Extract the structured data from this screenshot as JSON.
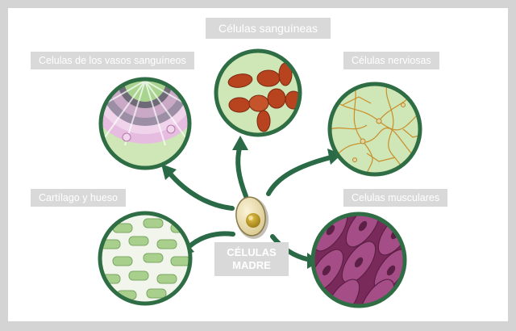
{
  "title": "Células sanguíneas",
  "labels": {
    "vasos": "Celulas de los vasos sanguíneos",
    "nerviosas": "Células nerviosas",
    "cartilago": "Cartílago y hueso",
    "musculares": "Celulas musculares"
  },
  "center": {
    "line1": "CÉLULAS",
    "line2": "MADRE"
  },
  "colors": {
    "circle_border": "#2f6e45",
    "circle_fill": "#cfe6b6",
    "arrow": "#2a6a46",
    "label_bg": "#d9d9d9"
  }
}
